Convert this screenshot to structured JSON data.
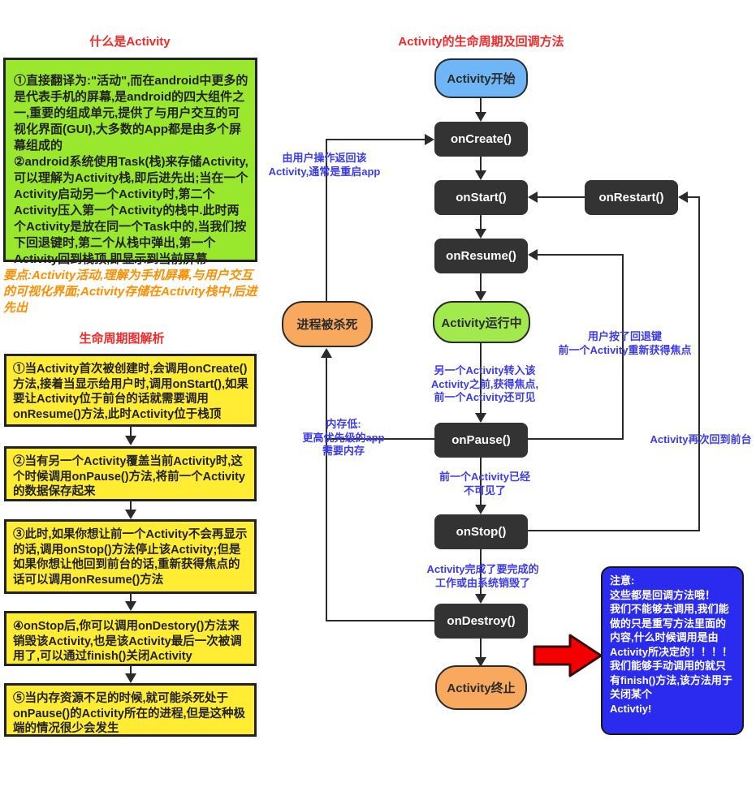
{
  "left": {
    "title_what": "什么是Activity",
    "what_box": "①直接翻译为:\"活动\",而在android中更多的是代表手机的屏幕,是android的四大组件之一,重要的组成单元,提供了与用户交互的可视化界面(GUI),大多数的App都是由多个屏幕组成的\n②android系统使用Task(栈)来存储Activity,可以理解为Activity栈,即后进先出;当在一个Activity启动另一个Activity时,第二个Activity压入第一个Activity的栈中.此时两个Activity是放在同一个Task中的,当我们按下回退键时,第二个从栈中弹出,第一个Activity回到栈顶,即显示到当前屏幕",
    "key_points": "要点:Activity活动,理解为手机屏幕,与用户交互的可视化界面;Activity存储在Activity栈中,后进先出",
    "title_lifecycle": "生命周期图解析",
    "steps": [
      "①当Activity首次被创建时,会调用onCreate()方法,接着当显示给用户时,调用onStart(),如果要让Activity位于前台的话就需要调用onResume()方法,此时Activity位于栈顶",
      "②当有另一个Activity覆盖当前Activity时,这个时候调用onPause()方法,将前一个Activity的数据保存起来",
      "③此时,如果你想让前一个Activity不会再显示的话,调用onStop()方法停止该Activity;但是如果你想让他回到前台的话,重新获得焦点的话可以调用onResume()方法",
      "④onStop后,你可以调用onDestory()方法来销毁该Activity,也是该Activity最后一次被调用了,可以通过finish()关闭Activity",
      "⑤当内存资源不足的时候,就可能杀死处于onPause()的Activity所在的进程,但是这种极端的情况很少会发生"
    ]
  },
  "flow": {
    "title": "Activity的生命周期及回调方法",
    "nodes": {
      "start": "Activity开始",
      "create": "onCreate()",
      "onstart": "onStart()",
      "restart": "onRestart()",
      "resume": "onResume()",
      "running": "Activity运行中",
      "killed": "进程被杀死",
      "pause": "onPause()",
      "stop": "onStop()",
      "destroy": "onDestroy()",
      "end": "Activity终止"
    },
    "labels": {
      "return_by_user": "由用户操作返回该\nActivity,通常是重启app",
      "another_activity": "另一个Activity转入该\nActivity之前,获得焦点,\n前一个Activity还可见",
      "back_key": "用户按了回退键\n前一个Activity重新获得焦点",
      "low_memory": "内存低:\n更高优先级的app\n需要内存",
      "not_visible": "前一个Activity已经\n不可见了",
      "work_done": "Activity完成了要完成的\n工作或由系统销毁了",
      "back_to_front": "Activity再次回到前台"
    }
  },
  "note": {
    "text": "注意:\n这些都是回调方法哦！\n我们不能够去调用,我们能做的只是重写方法里面的内容,什么时候调用是由Activity所决定的！！！！\n我们能够手动调用的就只有finish()方法,该方法用于关闭某个\nActivtiy!"
  },
  "colors": {
    "accent_red": "#f42a2a",
    "green_box": "#9ae82d",
    "yellow_box": "#ffec33",
    "orange_text": "#ff8e00",
    "blue_label": "#3b3bf0",
    "dark_node": "#333333",
    "blue_node": "#6fb6f7",
    "green_node": "#a2e94e",
    "orange_node": "#f8a95e",
    "note_blue": "#2b2bef",
    "arrow_red": "#f50000"
  }
}
